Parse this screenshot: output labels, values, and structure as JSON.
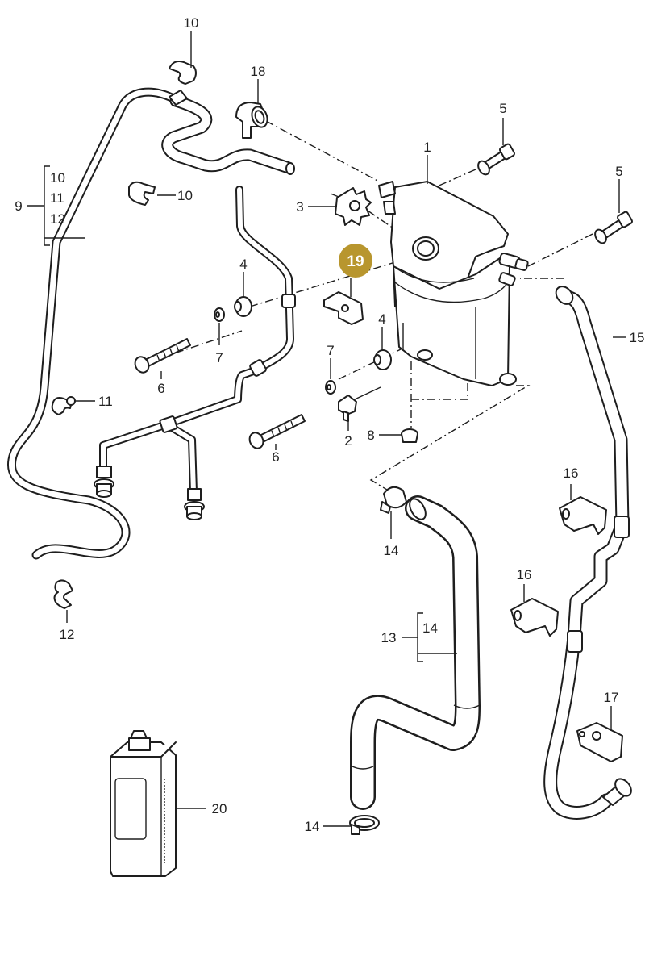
{
  "callouts": {
    "c1": "1",
    "c2": "2",
    "c3": "3",
    "c4a": "4",
    "c4b": "4",
    "c5a": "5",
    "c5b": "5",
    "c6a": "6",
    "c6b": "6",
    "c7a": "7",
    "c7b": "7",
    "c8": "8",
    "c9": "9",
    "c9_10": "10",
    "c9_11": "11",
    "c9_12": "12",
    "c10a": "10",
    "c10b": "10",
    "c11": "11",
    "c12": "12",
    "c13": "13",
    "c13_14": "14",
    "c14a": "14",
    "c14b": "14",
    "c15": "15",
    "c16a": "16",
    "c16b": "16",
    "c17": "17",
    "c18": "18",
    "c20": "20"
  },
  "highlight": {
    "label": "19",
    "color": "#b8962e"
  },
  "colors": {
    "line": "#1e1e1e",
    "background": "#ffffff"
  }
}
